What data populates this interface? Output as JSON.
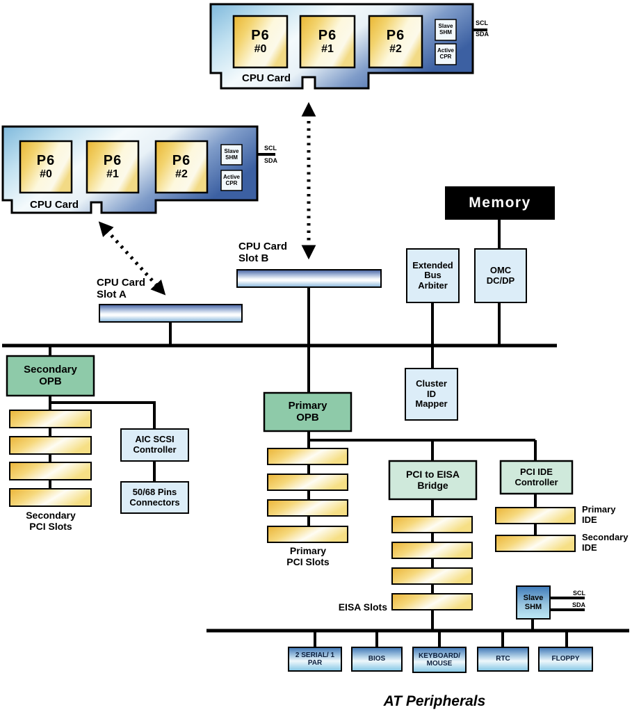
{
  "cpu_card": {
    "label": "CPU Card",
    "chips": [
      {
        "name": "P6",
        "num": "#0"
      },
      {
        "name": "P6",
        "num": "#1"
      },
      {
        "name": "P6",
        "num": "#2"
      }
    ],
    "slave_shm": "Slave SHM",
    "active_cpr": "Active CPR",
    "scl": "SCL",
    "sda": "SDA"
  },
  "memory": {
    "label": "Memory"
  },
  "extended_bus_arbiter": {
    "label": "Extended Bus Arbiter"
  },
  "omc": {
    "label": "OMC DC/DP"
  },
  "cluster_id_mapper": {
    "label": "Cluster ID Mapper"
  },
  "slot_a": {
    "label": "CPU Card Slot A"
  },
  "slot_b": {
    "label": "CPU Card Slot B"
  },
  "secondary_opb": {
    "label": "Secondary OPB"
  },
  "primary_opb": {
    "label": "Primary OPB"
  },
  "aic_scsi_controller": {
    "label": "AIC SCSI Controller"
  },
  "pins_connectors": {
    "label": "50/68 Pins Connectors"
  },
  "secondary_pci_slots": {
    "label": "Secondary PCI Slots",
    "count": 4
  },
  "primary_pci_slots": {
    "label": "Primary PCI Slots",
    "count": 4
  },
  "eisa_slots": {
    "label": "EISA Slots",
    "count": 4
  },
  "pci_to_eisa_bridge": {
    "label": "PCI to EISA Bridge"
  },
  "pci_ide_controller": {
    "label": "PCI IDE Controller"
  },
  "primary_ide": {
    "label": "Primary IDE"
  },
  "secondary_ide": {
    "label": "Secondary IDE"
  },
  "slave_shm_bus": {
    "label": "Slave SHM",
    "scl": "SCL",
    "sda": "SDA"
  },
  "at_peripherals": {
    "label": "AT Peripherals",
    "devices": [
      "2 SERIAL/ 1 PAR",
      "BIOS",
      "KEYBOARD/ MOUSE",
      "RTC",
      "FLOPPY"
    ]
  },
  "colors": {
    "opb_green": "#8ecaa9",
    "bridge_green": "#cfe9db",
    "light_blue_box": "#dcedf8",
    "memory_black": "#000000",
    "card_blue": "#3c60a2",
    "chip_gold": "#eab438",
    "slot_bar_blue": "#44609f",
    "peripheral_blue": "#3e76b6"
  }
}
